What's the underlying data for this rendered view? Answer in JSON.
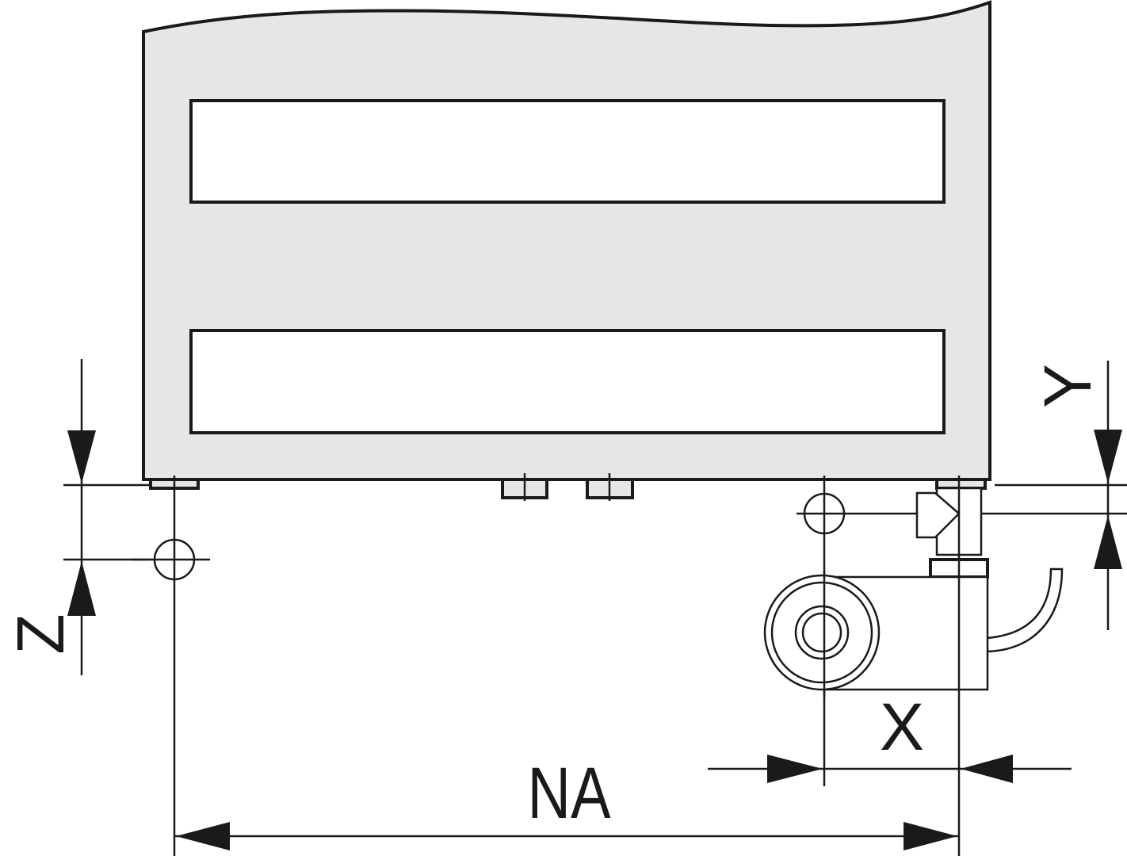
{
  "labels": {
    "na": "NA",
    "x": "X",
    "y": "Y",
    "z": "Z"
  },
  "colors": {
    "panel_fill": "#e6e6e6",
    "stroke": "#1a1a1a",
    "background": "#ffffff"
  }
}
